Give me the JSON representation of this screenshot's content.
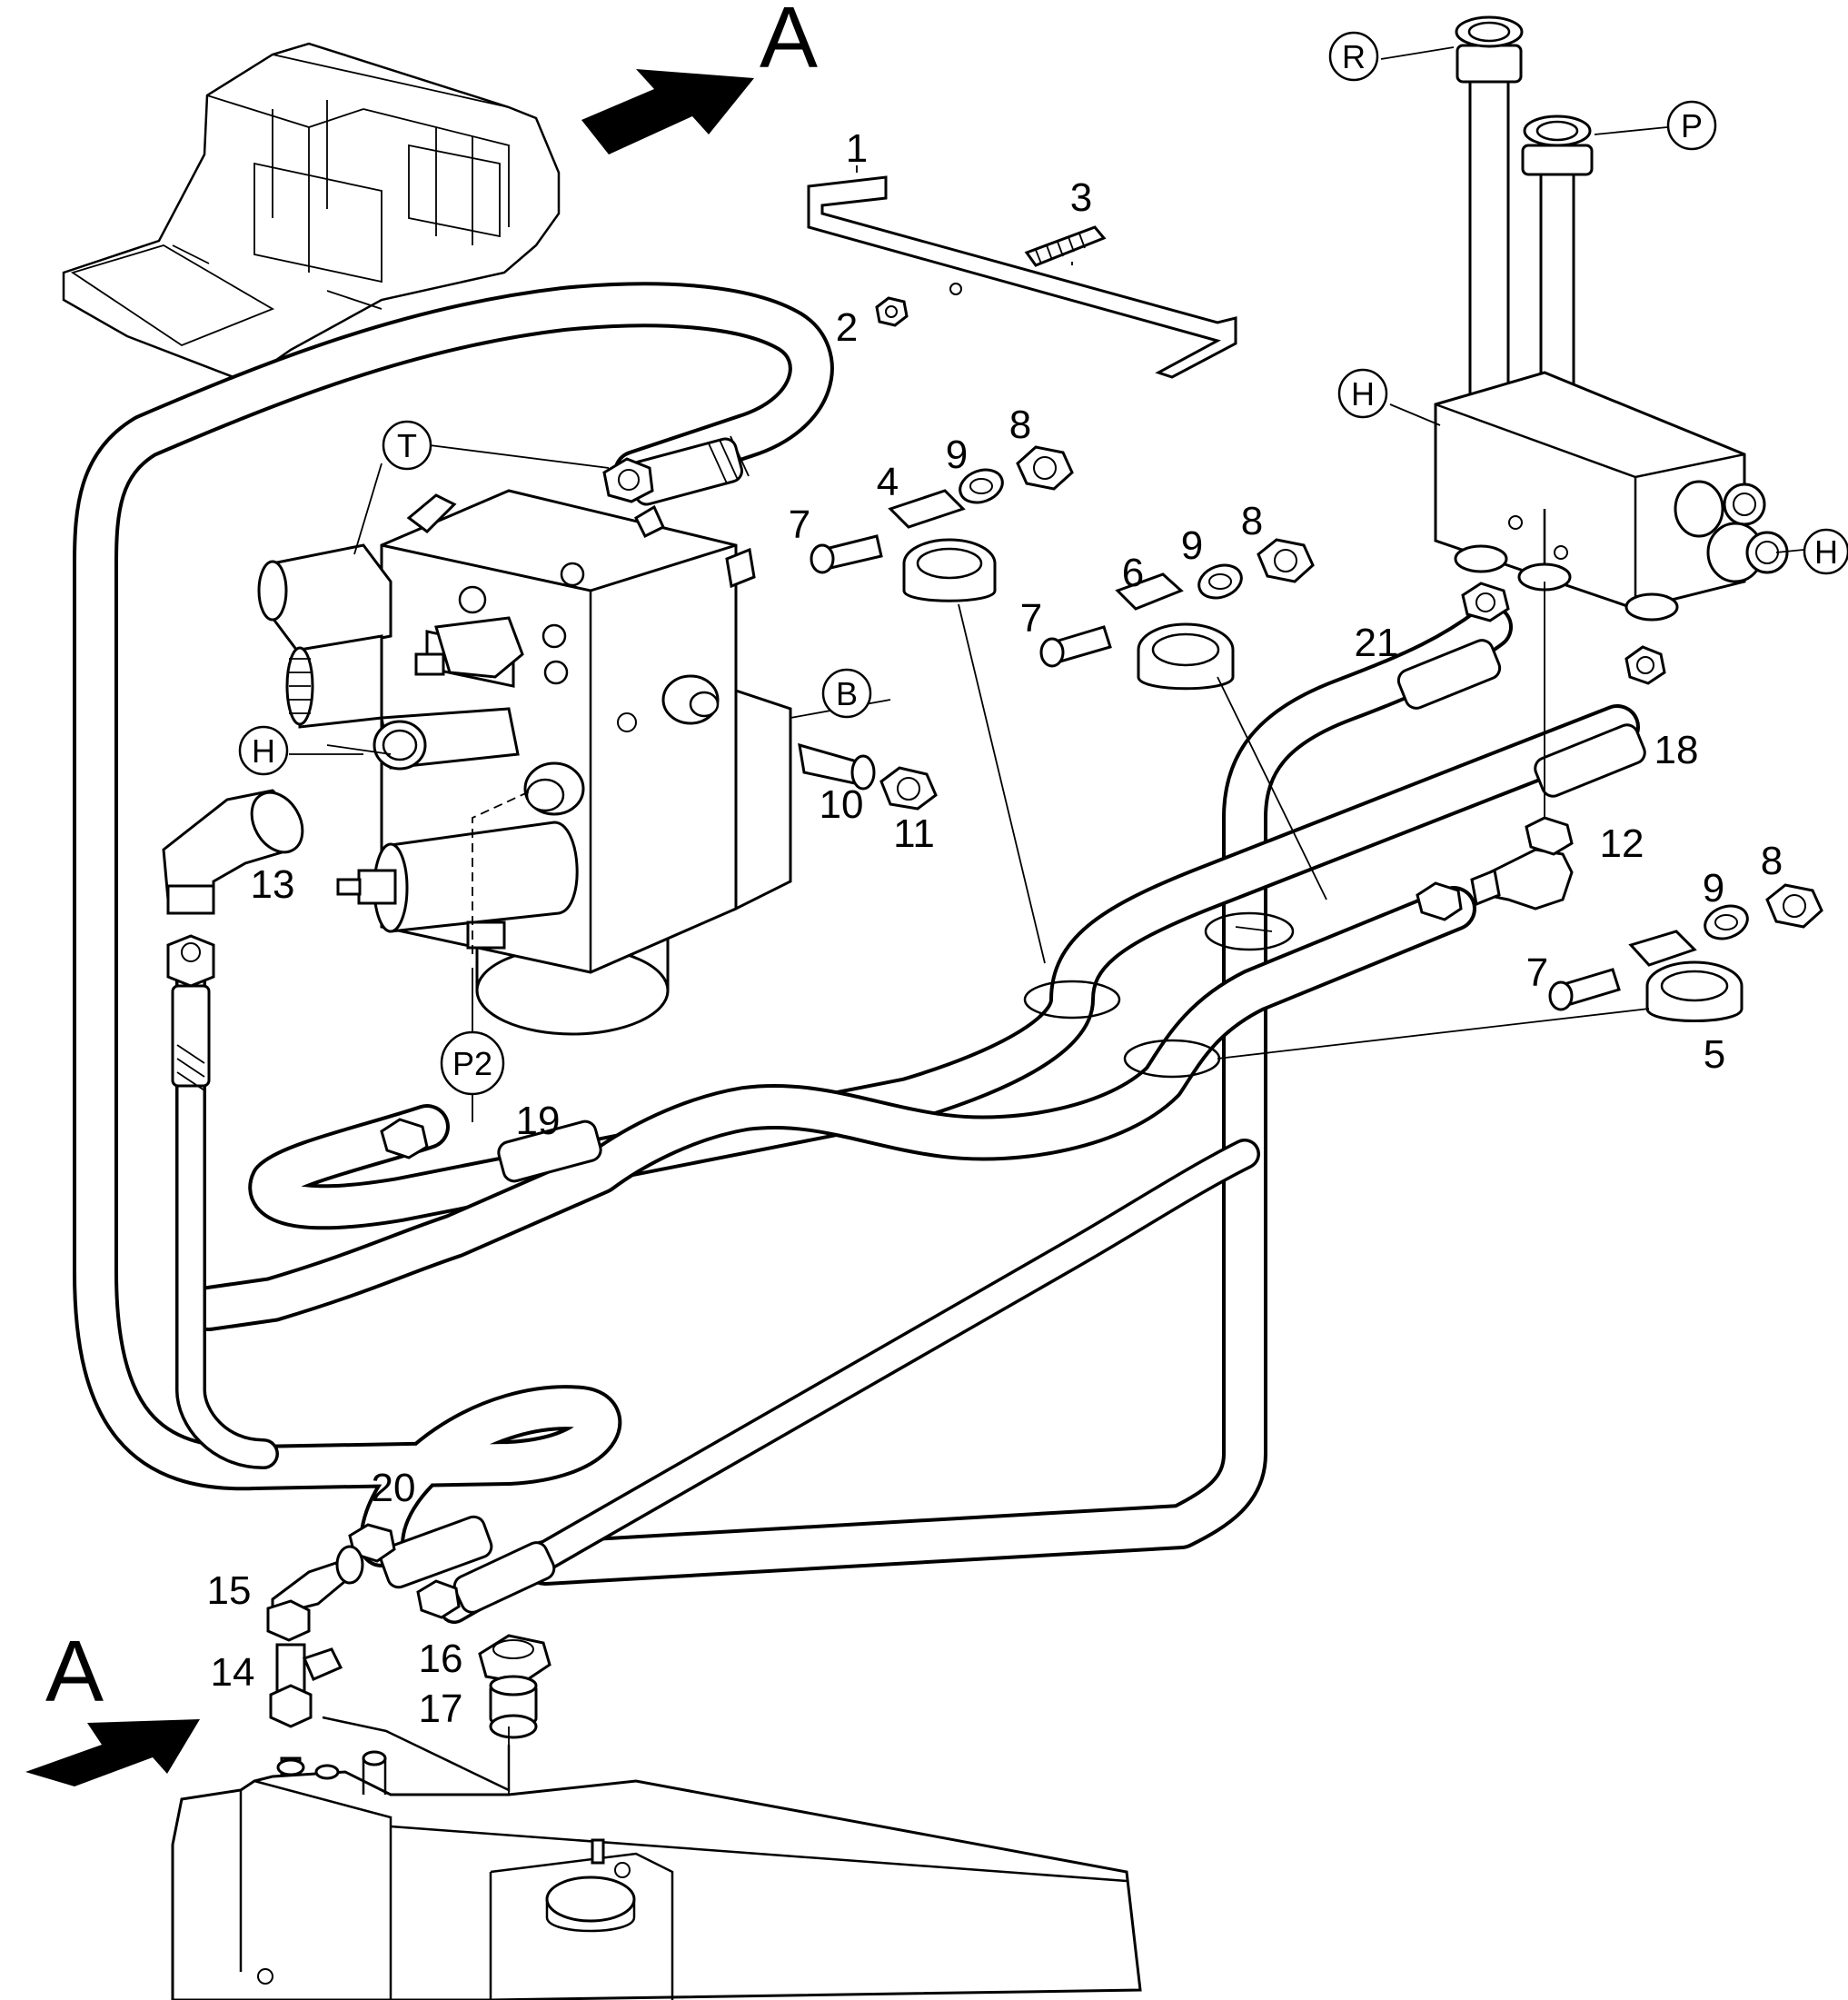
{
  "view_marker": "A",
  "part_numbers": [
    "1",
    "2",
    "3",
    "4",
    "5",
    "6",
    "7",
    "8",
    "9",
    "10",
    "11",
    "12",
    "13",
    "14",
    "15",
    "16",
    "17",
    "18",
    "19",
    "20",
    "21"
  ],
  "ports": {
    "R": "R",
    "P": "P",
    "T": "T",
    "B": "B",
    "H": "H",
    "P2": "P2"
  },
  "callouts": {
    "c1": "1",
    "c2": "2",
    "c3": "3",
    "c4": "4",
    "c5": "5",
    "c6": "6",
    "c7a": "7",
    "c7b": "7",
    "c7c": "7",
    "c8a": "8",
    "c8b": "8",
    "c8c": "8",
    "c9a": "9",
    "c9b": "9",
    "c9c": "9",
    "c10": "10",
    "c11": "11",
    "c12": "12",
    "c13": "13",
    "c14": "14",
    "c15": "15",
    "c16": "16",
    "c17": "17",
    "c18": "18",
    "c19": "19",
    "c20": "20",
    "c21": "21"
  }
}
